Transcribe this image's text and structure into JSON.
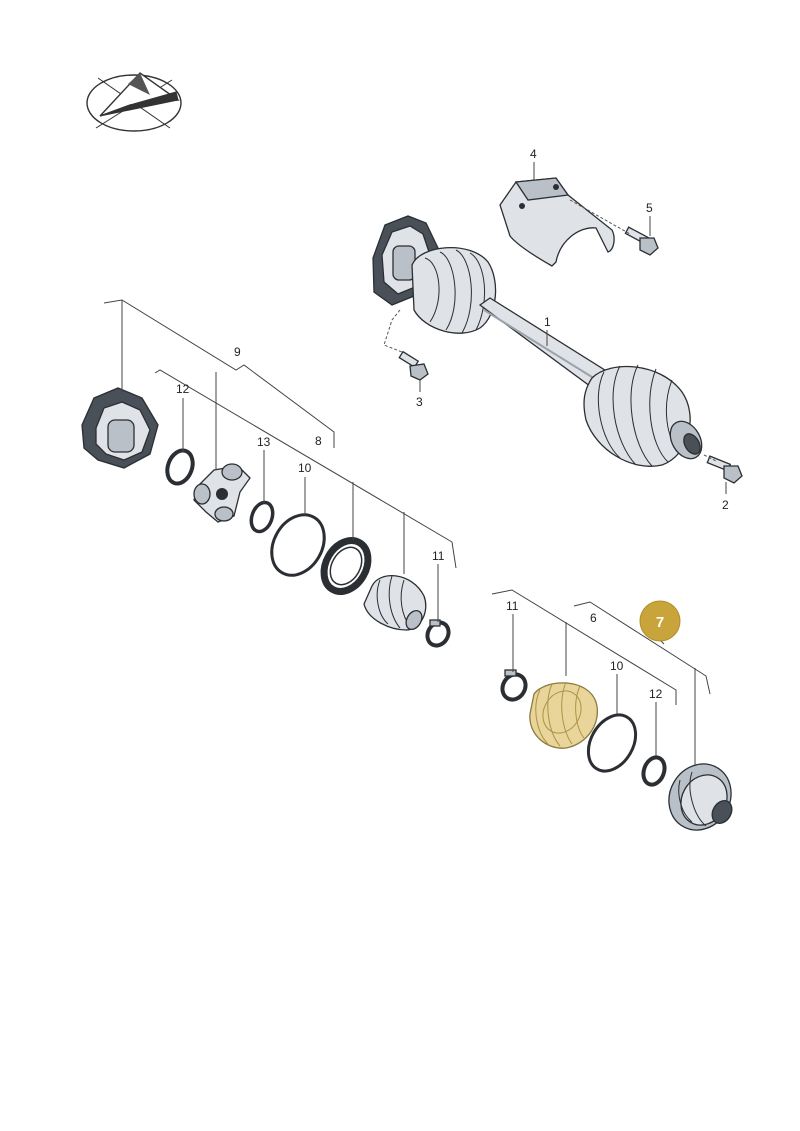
{
  "callouts": {
    "c1": "1",
    "c2": "2",
    "c3": "3",
    "c4": "4",
    "c5": "5",
    "c6": "6",
    "c7": "7",
    "c8": "8",
    "c9": "9",
    "c10a": "10",
    "c10b": "10",
    "c11a": "11",
    "c11b": "11",
    "c12a": "12",
    "c12b": "12",
    "c13": "13"
  },
  "icons": {
    "logo": "direction-arrow-logo-icon"
  },
  "colors": {
    "highlight": "#c9a43a",
    "highlight_part": "#e9d59a",
    "line": "#2b2f33"
  }
}
